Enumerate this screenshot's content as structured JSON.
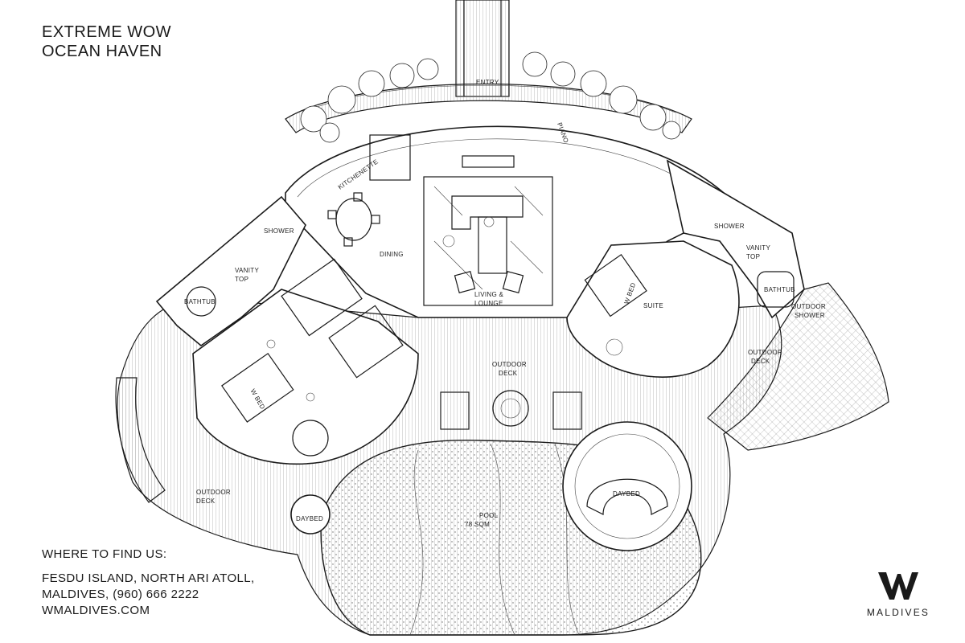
{
  "title": {
    "line1": "EXTREME WOW",
    "line2": "OCEAN HAVEN"
  },
  "find_us": {
    "heading": "WHERE TO FIND US:",
    "address_line1": "FESDU ISLAND, NORTH ARI ATOLL,",
    "address_line2": "MALDIVES, (960) 666 2222",
    "website": "WMALDIVES.COM"
  },
  "brand": {
    "letter": "W",
    "name": "MALDIVES"
  },
  "labels": {
    "entry": "ENTRY",
    "piano": "PIANO",
    "kitchenette": "KITCHENETTE",
    "dining": "DINING",
    "living": "LIVING &",
    "lounge": "LOUNGE",
    "shower_left": "SHOWER",
    "vanity_left": "VANITY",
    "top_left": "TOP",
    "bathtub_left": "BATHTUB",
    "w_bed_left": "W BED",
    "outdoor_deck_center_1": "OUTDOOR",
    "outdoor_deck_center_2": "DECK",
    "outdoor_deck_left_1": "OUTDOOR",
    "outdoor_deck_left_2": "DECK",
    "daybed_small": "DAYBED",
    "pool": "POOL",
    "pool_size": "78 SQM",
    "daybed_large": "DAYBED",
    "w_bed_right": "W BED",
    "suite": "SUITE",
    "shower_right": "SHOWER",
    "vanity_right": "VANITY",
    "top_right": "TOP",
    "bathtub_right": "BATHTUB",
    "outdoor_shower_1": "OUTDOOR",
    "outdoor_shower_2": "SHOWER",
    "outdoor_deck_right_1": "OUTDOOR",
    "outdoor_deck_right_2": "DECK"
  }
}
